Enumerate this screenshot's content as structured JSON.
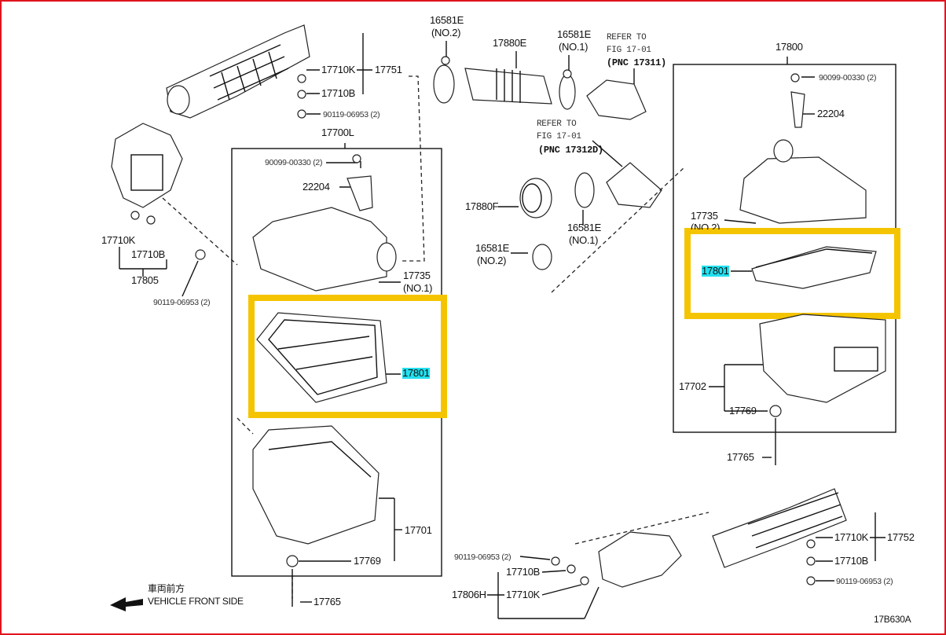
{
  "diagram_code": "17B630A",
  "direction": {
    "jp": "車両前方",
    "en": "VEHICLE FRONT SIDE"
  },
  "labels": [
    "17710K",
    "17751",
    "17710B",
    "90119-06953 (2)",
    "17700L",
    "90099-00330 (2)",
    "22204",
    "17710K",
    "17710B",
    "17805",
    "90119-06953 (2)",
    "17735",
    "(NO.1)",
    "17801",
    "17701",
    "17769",
    "17765",
    "16581E",
    "(NO.2)",
    "17880E",
    "16581E",
    "(NO.1)",
    "REFER TO",
    "FIG 17-01",
    "(PNC 17311)",
    "REFER TO",
    "FIG 17-01",
    "(PNC 17312D)",
    "17880F",
    "16581E",
    "(NO.1)",
    "16581E",
    "(NO.2)",
    "17800",
    "90099-00330 (2)",
    "22204",
    "17735",
    "(NO.2)",
    "17801",
    "17702",
    "17769",
    "17765",
    "17710K",
    "17752",
    "17710B",
    "90119-06953 (2)",
    "90119-06953 (2)",
    "17710B",
    "17806H",
    "17710K"
  ],
  "highlighted_part": "17801",
  "colors": {
    "highlight_box": "#f5c400",
    "label_highlight": "#22e0ef",
    "frame": "#e0141e"
  }
}
